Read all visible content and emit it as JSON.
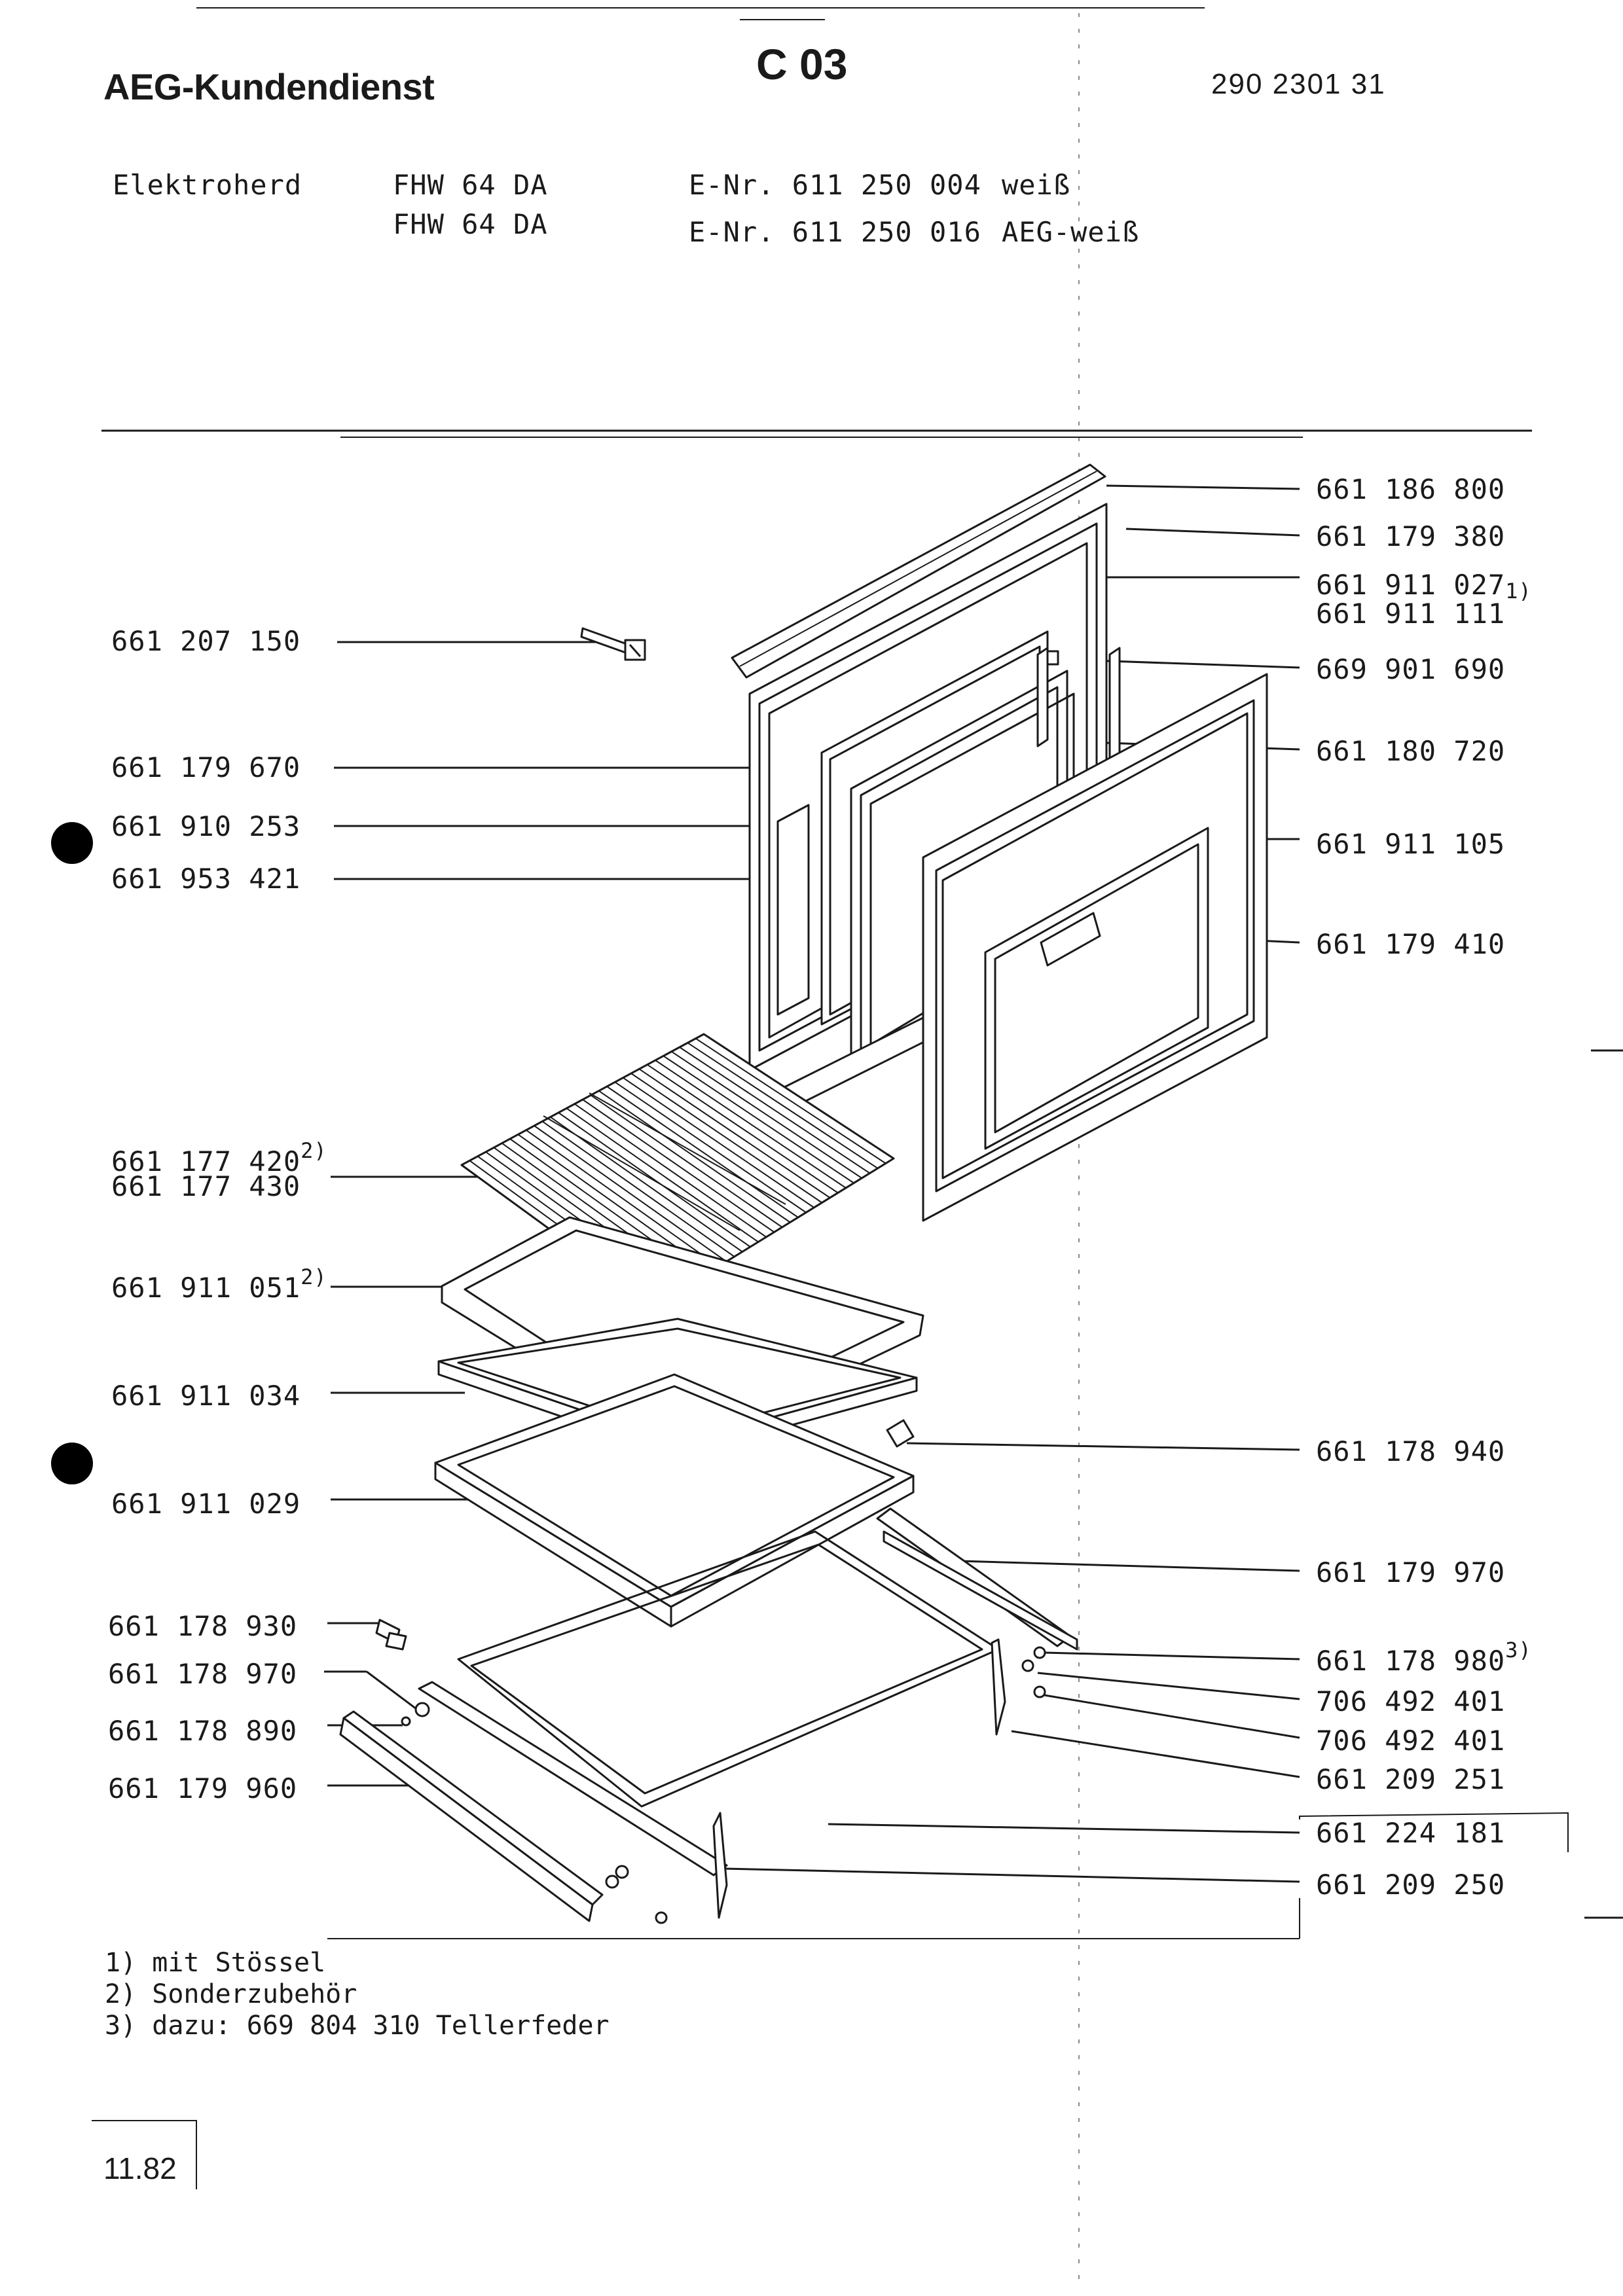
{
  "header": {
    "brand": "AEG-Kundendienst",
    "section_code": "C 03",
    "document_number": "290 2301 31"
  },
  "appliance": {
    "type": "Elektroherd",
    "variants": [
      {
        "model": "FHW  64 DA",
        "enr": "E-Nr. 611 250 004",
        "color": "weiß"
      },
      {
        "model": "FHW  64 DA",
        "enr": "E-Nr. 611 250 016",
        "color": "AEG-weiß"
      }
    ]
  },
  "parts_left": [
    {
      "number": "661 207 150",
      "note": ""
    },
    {
      "number": "661 179 670",
      "note": ""
    },
    {
      "number": "661 910 253",
      "note": ""
    },
    {
      "number": "661 953 421",
      "note": ""
    },
    {
      "number": "661 177 420",
      "note": "2)"
    },
    {
      "number": "661 177 430",
      "note": ""
    },
    {
      "number": "661 911 051",
      "note": "2)"
    },
    {
      "number": "661 911 034",
      "note": ""
    },
    {
      "number": "661 911 029",
      "note": ""
    },
    {
      "number": "661 178 930",
      "note": ""
    },
    {
      "number": "661 178 970",
      "note": ""
    },
    {
      "number": "661 178 890",
      "note": ""
    },
    {
      "number": "661 179 960",
      "note": ""
    }
  ],
  "parts_right": [
    {
      "number": "661 186 800",
      "note": ""
    },
    {
      "number": "661 179 380",
      "note": ""
    },
    {
      "number": "661 911 027",
      "note": "1)"
    },
    {
      "number": "661 911 111",
      "note": ""
    },
    {
      "number": "669 901 690",
      "note": ""
    },
    {
      "number": "661 180 720",
      "note": ""
    },
    {
      "number": "661 911 105",
      "note": ""
    },
    {
      "number": "661 179 410",
      "note": ""
    },
    {
      "number": "661 178 940",
      "note": ""
    },
    {
      "number": "661 179 970",
      "note": ""
    },
    {
      "number": "661 178 980",
      "note": "3)"
    },
    {
      "number": "706 492 401",
      "note": ""
    },
    {
      "number": "706 492 401",
      "note": ""
    },
    {
      "number": "661 209 251",
      "note": ""
    },
    {
      "number": "661 224 181",
      "note": ""
    },
    {
      "number": "661 209 250",
      "note": ""
    }
  ],
  "footnotes": [
    "1) mit Stössel",
    "2) Sonderzubehör",
    "3) dazu: 669 804 310 Tellerfeder"
  ],
  "date": "11.82"
}
